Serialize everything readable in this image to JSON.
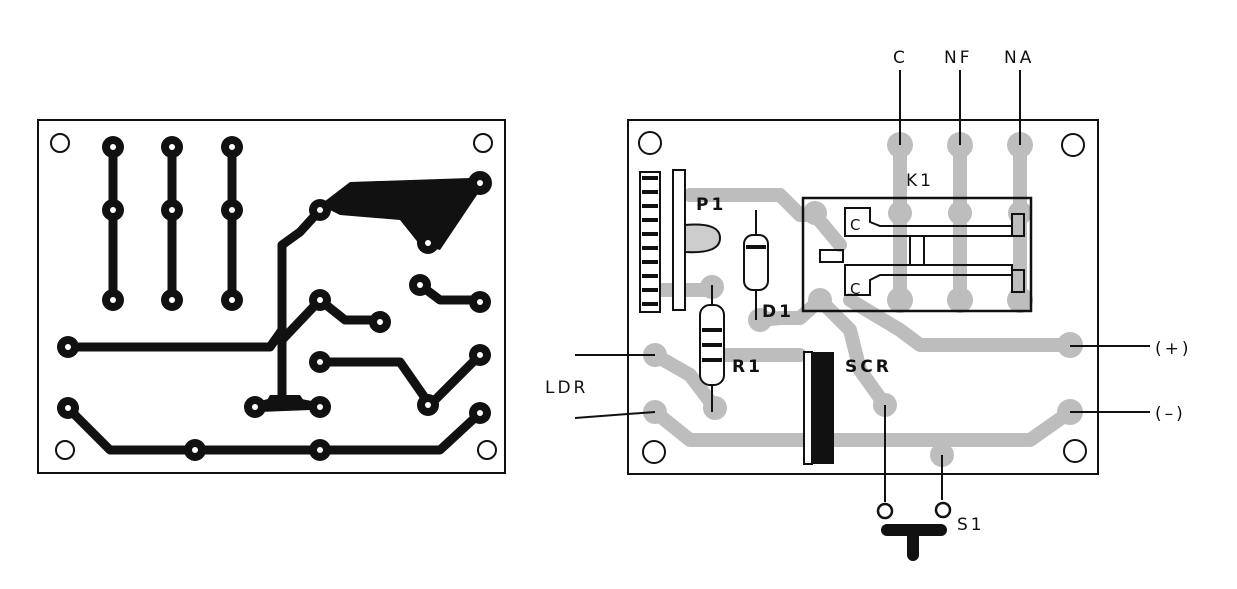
{
  "figure": {
    "top_labels": {
      "c": "C",
      "nf": "NF",
      "na": "NA"
    },
    "relay": {
      "label": "K1",
      "contact_top": "C",
      "contact_bottom": "C"
    },
    "components": {
      "p1": "P1",
      "d1": "D1",
      "r1": "R1",
      "scr": "SCR",
      "s1": "S1"
    },
    "side_labels": {
      "ldr": "LDR",
      "plus": "(+)",
      "minus": "(–)"
    },
    "colors": {
      "ink": "#111111",
      "copper_overlay": "#bdbdbd",
      "paper": "#ffffff"
    }
  }
}
